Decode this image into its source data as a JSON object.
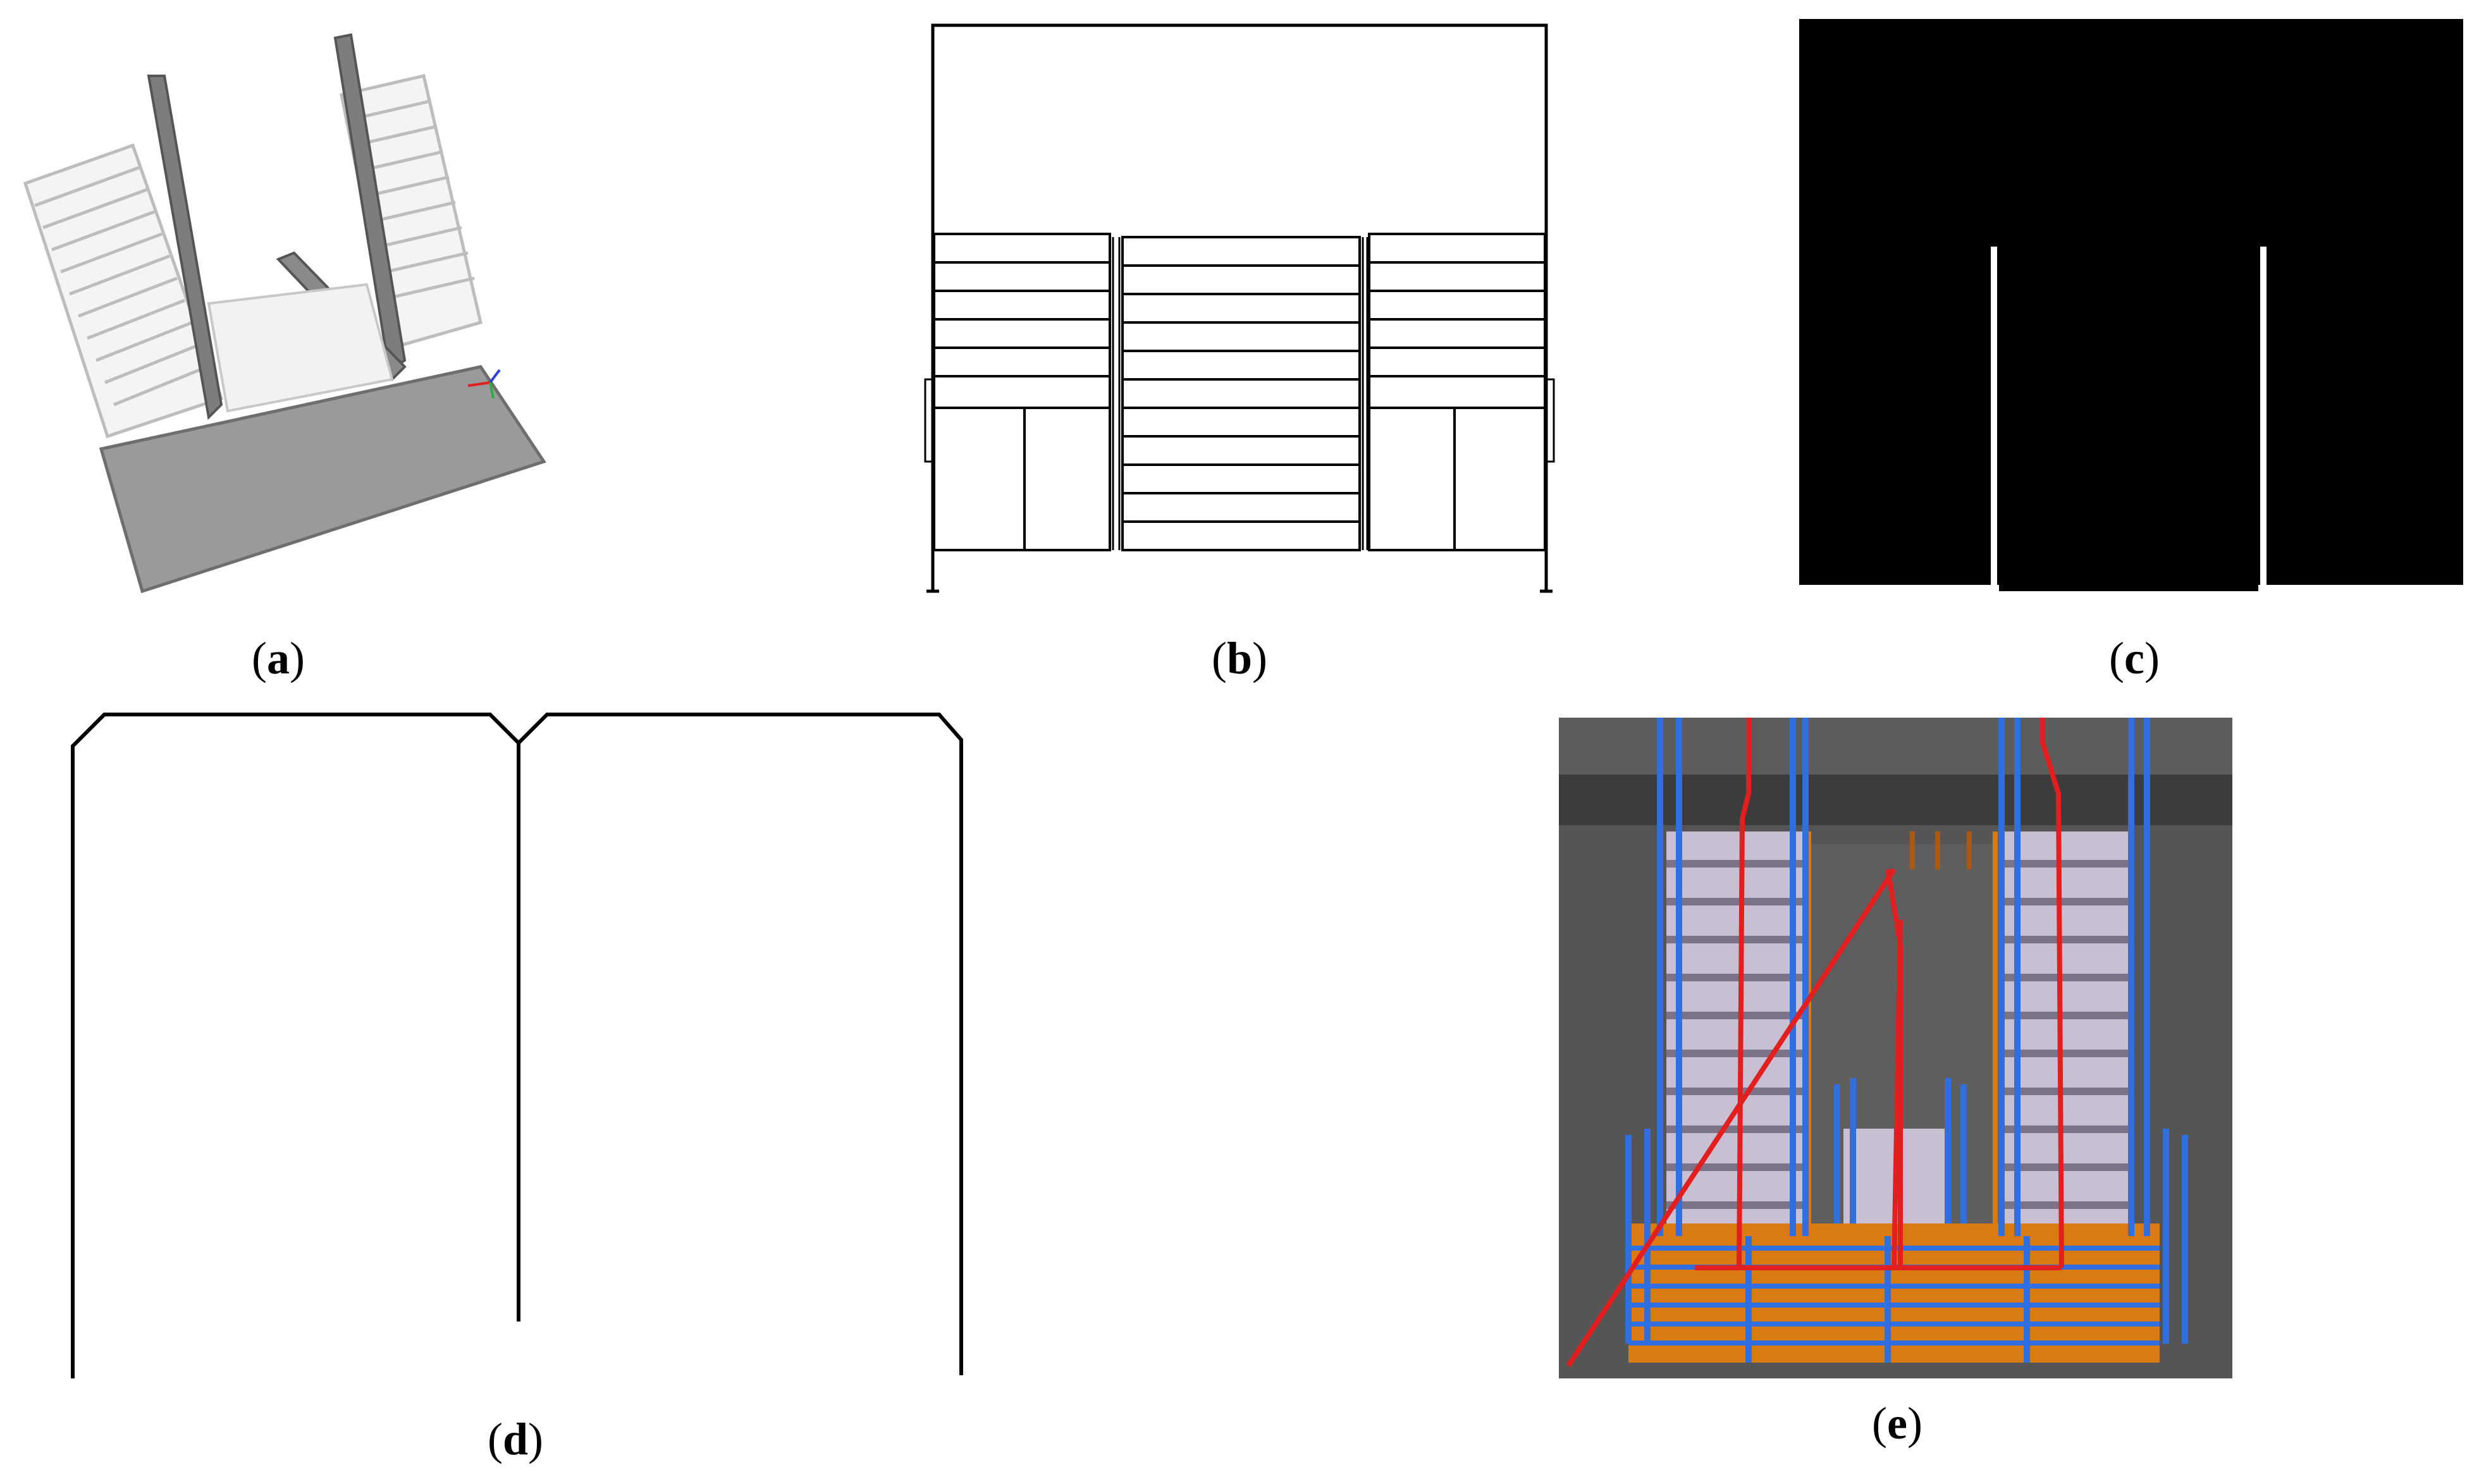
{
  "figure": {
    "panels": [
      {
        "id": "a",
        "label": "a",
        "kind": "3d-staircase-render"
      },
      {
        "id": "b",
        "label": "b",
        "kind": "2d-floorplan-drawing"
      },
      {
        "id": "c",
        "label": "c",
        "kind": "binary-mask"
      },
      {
        "id": "d",
        "label": "d",
        "kind": "edge-contour"
      },
      {
        "id": "e",
        "label": "e",
        "kind": "3d-staircase-with-path"
      }
    ],
    "colors": {
      "background": "#ffffff",
      "line": "#000000",
      "mask_fill": "#000000",
      "render_gray": "#9a9a9a",
      "rail_blue": "#2f6fe0",
      "path_red": "#e21e1e",
      "frame_orange": "#d97a12",
      "step_lavender": "#c9bfd2",
      "scene_dark": "#4a4a4a"
    }
  }
}
